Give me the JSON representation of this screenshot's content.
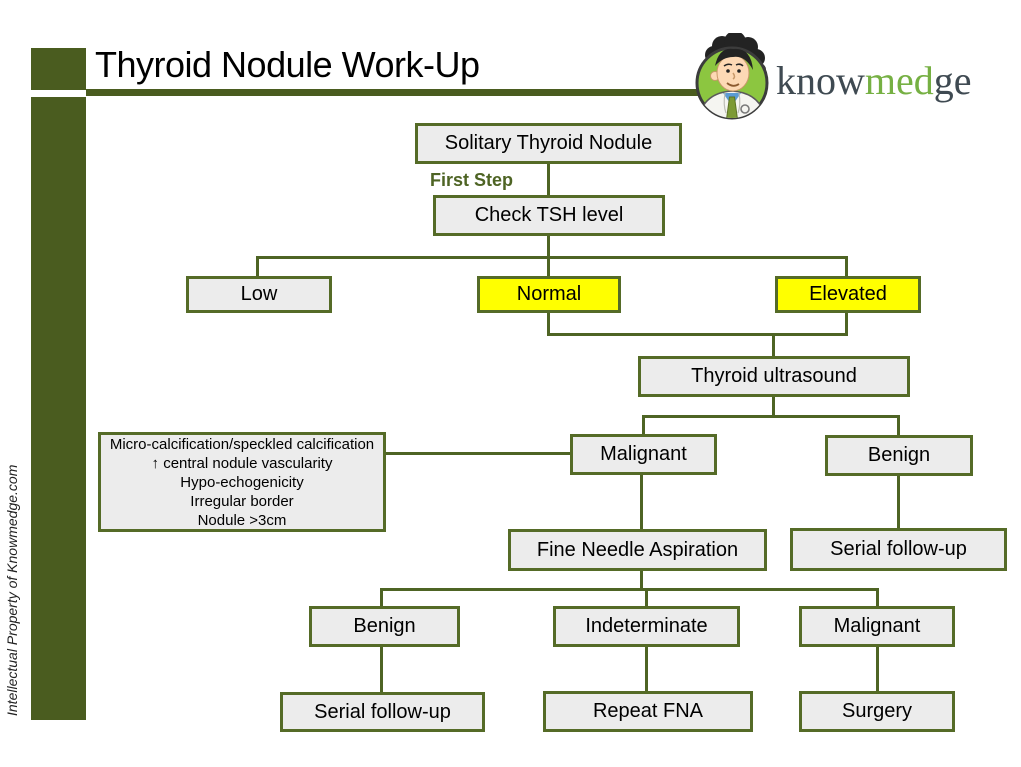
{
  "header": {
    "title": "Thyroid Nodule Work-Up"
  },
  "watermark": "Intellectual Property of Knowmedge.com",
  "logo": {
    "part_know": "know",
    "part_med": "med",
    "part_ge": "ge",
    "brand_green": "#76b043",
    "brand_dark": "#3f4a52",
    "avatar": "doctor-cartoon-in-green-circle"
  },
  "colors": {
    "olive_bar": "#4a5c1f",
    "box_border": "#556b27",
    "connector": "#4e6424",
    "box_fill": "#ececec",
    "highlight_yellow": "#ffff00"
  },
  "flowchart": {
    "first_step_label": "First Step",
    "nodes": {
      "solitary": {
        "label": "Solitary Thyroid Nodule"
      },
      "check_tsh": {
        "label": "Check TSH level"
      },
      "low": {
        "label": "Low"
      },
      "normal": {
        "label": "Normal"
      },
      "elevated": {
        "label": "Elevated"
      },
      "ultrasound": {
        "label": "Thyroid ultrasound"
      },
      "us_malignant": {
        "label": "Malignant"
      },
      "us_benign": {
        "label": "Benign"
      },
      "fna": {
        "label": "Fine Needle Aspiration"
      },
      "serial_right": {
        "label": "Serial follow-up"
      },
      "fna_benign": {
        "label": "Benign"
      },
      "indeterminate": {
        "label": "Indeterminate"
      },
      "fna_malignant": {
        "label": "Malignant"
      },
      "serial_bottom": {
        "label": "Serial follow-up"
      },
      "repeat_fna": {
        "label": "Repeat FNA"
      },
      "surgery": {
        "label": "Surgery"
      }
    },
    "criteria": {
      "lines": [
        "Micro-calcification/speckled calcification",
        "↑ central nodule vascularity",
        "Hypo-echogenicity",
        "Irregular border",
        "Nodule >3cm"
      ]
    }
  }
}
